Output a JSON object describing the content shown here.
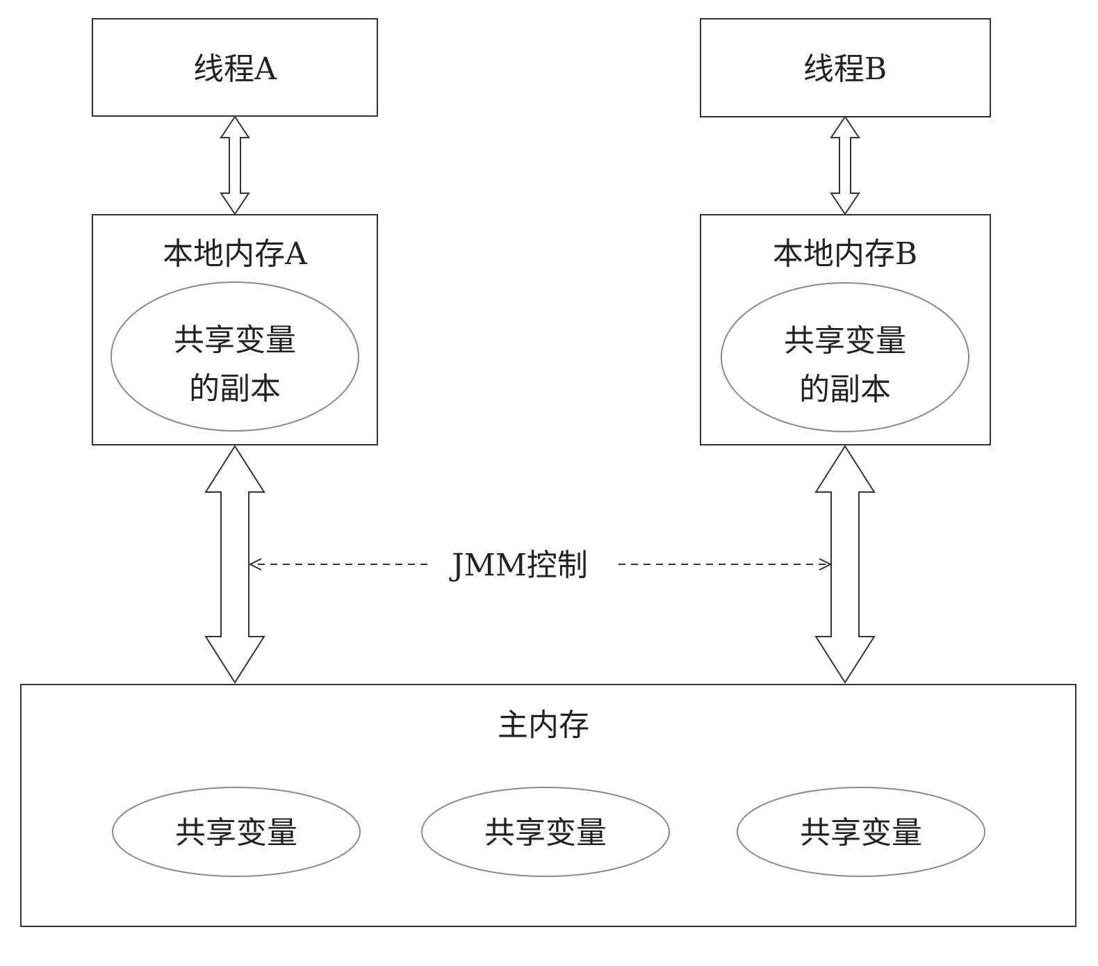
{
  "thread_a": {
    "label": "线程A"
  },
  "thread_b": {
    "label": "线程B"
  },
  "local_memory_a": {
    "title": "本地内存A",
    "variable_copy": {
      "line1": "共享变量",
      "line2": "的副本"
    }
  },
  "local_memory_b": {
    "title": "本地内存B",
    "variable_copy": {
      "line1": "共享变量",
      "line2": "的副本"
    }
  },
  "jmm_control": {
    "label": "JMM控制"
  },
  "main_memory": {
    "title": "主内存",
    "variables": [
      {
        "label": "共享变量"
      },
      {
        "label": "共享变量"
      },
      {
        "label": "共享变量"
      }
    ]
  },
  "colors": {
    "box_stroke": "#333333",
    "ellipse_stroke": "#8a8a8a",
    "text": "#222222",
    "background": "#ffffff"
  }
}
